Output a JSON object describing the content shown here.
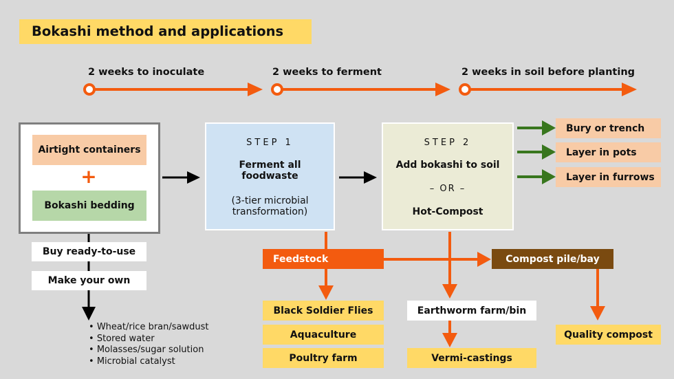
{
  "title": "Bokashi method and applications",
  "timeline": [
    "2 weeks to inoculate",
    "2 weeks to ferment",
    "2 weeks in soil before planting"
  ],
  "inputs": {
    "container": "Airtight containers",
    "plus": "+",
    "bedding": "Bokashi bedding",
    "options": [
      "Buy ready-to-use",
      "Make your own"
    ],
    "ingredients": [
      "Wheat/rice bran/sawdust",
      "Stored water",
      "Molasses/sugar solution",
      "Microbial catalyst"
    ]
  },
  "step1": {
    "label": "STEP 1",
    "title": "Ferment all foodwaste",
    "note": "(3-tier microbial transformation)"
  },
  "step2": {
    "label": "STEP 2",
    "title": "Add bokashi to soil",
    "or": "– OR –",
    "alt": "Hot-Compost"
  },
  "soil_uses": [
    "Bury or trench",
    "Layer in pots",
    "Layer in furrows"
  ],
  "feedstock": {
    "label": "Feedstock",
    "uses": [
      "Black Soldier Flies",
      "Aquaculture",
      "Poultry farm"
    ]
  },
  "compost": {
    "pile": "Compost pile/bay",
    "result": "Quality compost"
  },
  "earthworm": {
    "farm": "Earthworm farm/bin",
    "result": "Vermi-castings"
  },
  "colors": {
    "background": "#d9d9d9",
    "accent_orange": "#f35b0f",
    "arrow_green": "#38761d",
    "highlight_yellow": "#ffd966",
    "brown": "#7a4a10"
  }
}
